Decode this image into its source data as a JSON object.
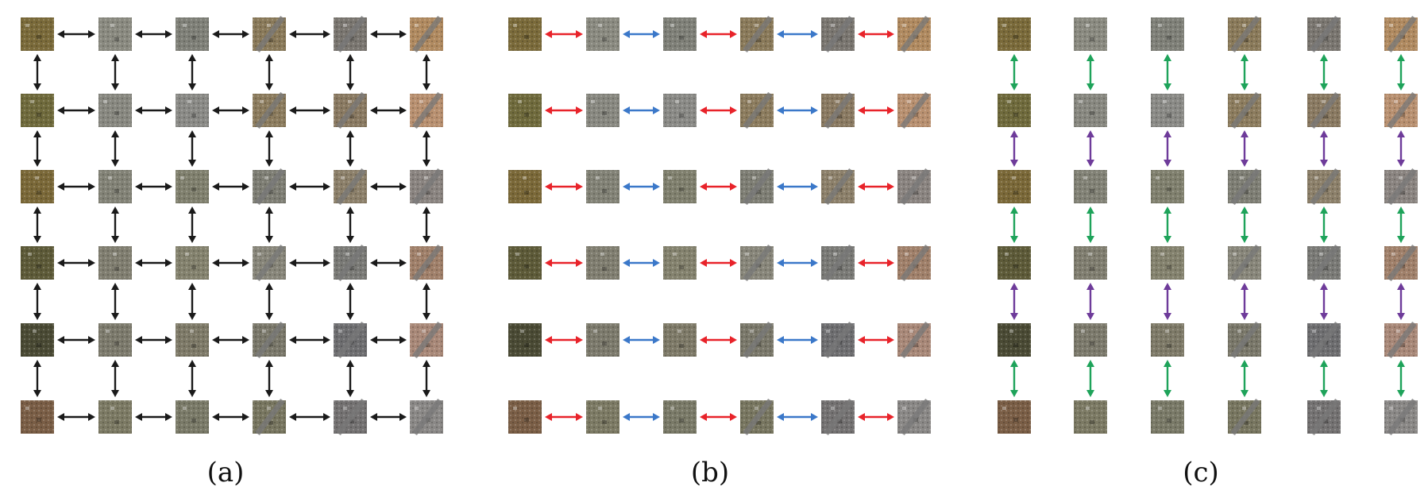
{
  "panels": [
    {
      "id": "a",
      "caption": "(a)",
      "horizontal_arrows": "all",
      "vertical_arrows": "all"
    },
    {
      "id": "b",
      "caption": "(b)",
      "horizontal_arrows": "alternating",
      "vertical_arrows": "none"
    },
    {
      "id": "c",
      "caption": "(c)",
      "horizontal_arrows": "none",
      "vertical_arrows": "alternating"
    }
  ],
  "colors": {
    "arrow_default": "#1a1a1a",
    "arrow_red": "#e8232a",
    "arrow_blue": "#3b78c9",
    "arrow_green": "#1ea35a",
    "arrow_purple": "#6e3b9a"
  },
  "tile_colors": [
    [
      "#7a6a3a",
      "#8a8a80",
      "#7f8078",
      "#8a7a5a",
      "#7a7670",
      "#b08a60"
    ],
    [
      "#6f6a3c",
      "#888880",
      "#8a8a86",
      "#8c7c5e",
      "#8a7a62",
      "#b89070"
    ],
    [
      "#7a6838",
      "#828276",
      "#80806e",
      "#7e7e74",
      "#8c806a",
      "#8a8480"
    ],
    [
      "#5d5a38",
      "#807e70",
      "#84826e",
      "#88867a",
      "#7a7a76",
      "#a0806a"
    ],
    [
      "#4a4a34",
      "#7c7a6c",
      "#7e7a68",
      "#7a786a",
      "#6e6e70",
      "#a88878"
    ],
    [
      "#7a5e46",
      "#7c7a64",
      "#7a7a68",
      "#787660",
      "#747272",
      "#8a8886"
    ]
  ]
}
